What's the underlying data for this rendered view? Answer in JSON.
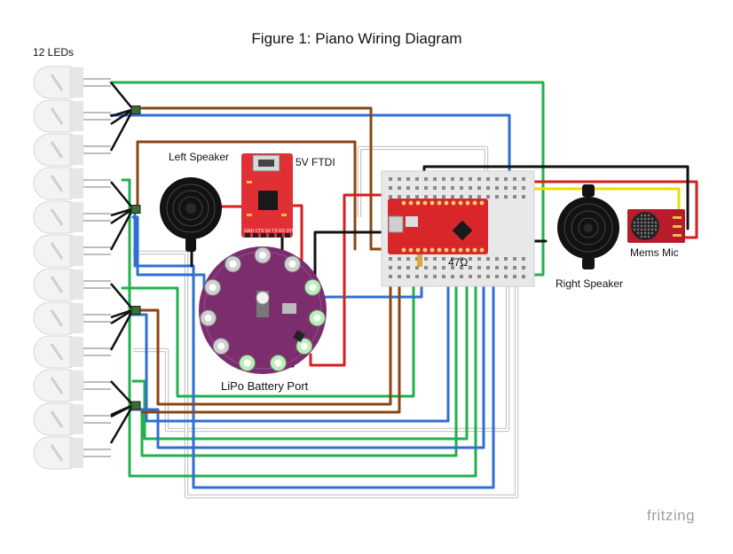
{
  "title": "Figure 1: Piano Wiring Diagram",
  "labels": {
    "leds": "12 LEDs",
    "left_speaker": "Left Speaker",
    "ftdi": "5V FTDI",
    "right_speaker": "Right Speaker",
    "mems_mic": "Mems Mic",
    "resistor": "47Ω",
    "battery_port": "LiPo Battery Port"
  },
  "watermark": "fritzing",
  "led_count": 12,
  "colors": {
    "green": "#22b14c",
    "blue": "#2f6fd0",
    "brown": "#8b4513",
    "red": "#d91c1c",
    "black": "#111111",
    "yellow": "#e8e000",
    "grey": "#cfcfcf",
    "lilypad": "#7b2d6e",
    "promicro": "#d9262b"
  }
}
